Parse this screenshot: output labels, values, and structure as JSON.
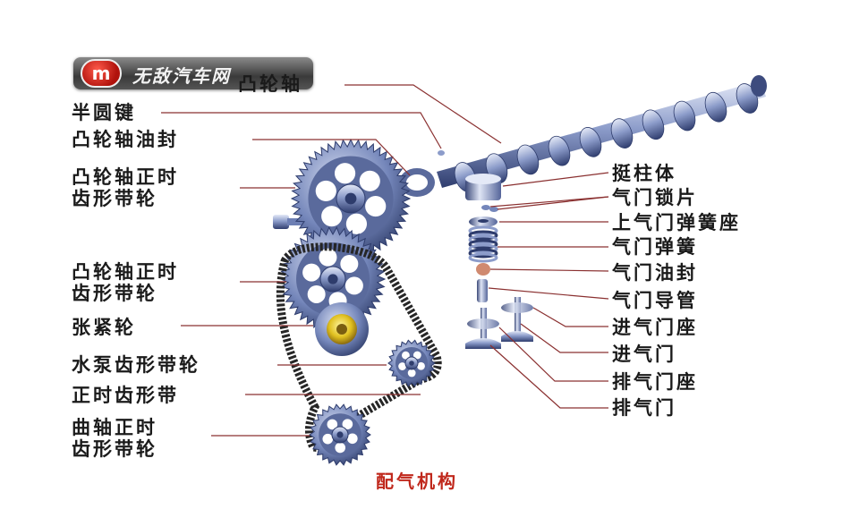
{
  "watermark": {
    "badge": "m",
    "text": "无敌汽车网"
  },
  "labels": {
    "camshaft": "凸轮轴",
    "woodruff_key": "半圆键",
    "camshaft_oil_seal": "凸轮轴油封",
    "cam_pulley_1_line1": "凸轮轴正时",
    "cam_pulley_1_line2": "齿形带轮",
    "cam_pulley_2_line1": "凸轮轴正时",
    "cam_pulley_2_line2": "齿形带轮",
    "tensioner": "张紧轮",
    "water_pump_pulley": "水泵齿形带轮",
    "timing_belt": "正时齿形带",
    "crank_pulley_line1": "曲轴正时",
    "crank_pulley_line2": "齿形带轮",
    "tappet": "挺柱体",
    "valve_keepers": "气门锁片",
    "upper_spring_seat": "上气门弹簧座",
    "valve_spring": "气门弹簧",
    "valve_oil_seal": "气门油封",
    "valve_guide": "气门导管",
    "intake_valve_seat": "进气门座",
    "intake_valve": "进气门",
    "exhaust_valve_seat": "排气门座",
    "exhaust_valve": "排气门"
  },
  "caption": "配气机构",
  "colors": {
    "leader": "#8a3030",
    "caption": "#c0281c",
    "metal_light": "#c9d2ea",
    "metal_mid": "#6d7fb4",
    "metal_dark": "#2e3c6c",
    "belt": "#2a2a2a",
    "tensioner_core": "#e0c020",
    "oil_seal": "#d08a70"
  }
}
